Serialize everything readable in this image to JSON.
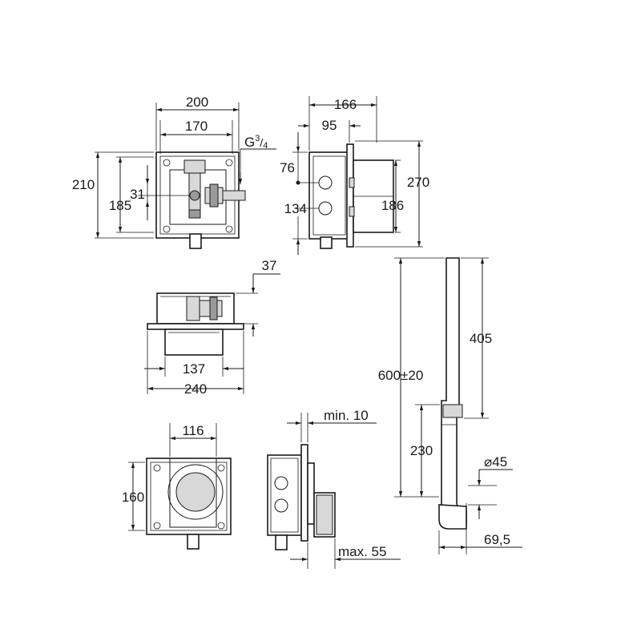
{
  "drawing": {
    "front_view": {
      "width_outer": "200",
      "width_inner": "170",
      "thread": "G",
      "thread_num": "3",
      "thread_den": "4",
      "height_outer": "210",
      "height_inner": "185",
      "offset": "31"
    },
    "side_view": {
      "depth": "166",
      "depth_inner": "95",
      "pos_upper": "76",
      "pos_lower": "134",
      "height_inner": "186",
      "height_outer": "270"
    },
    "top_view": {
      "offset": "37",
      "width_inner": "137",
      "width_outer": "240"
    },
    "front_view_2": {
      "width": "116",
      "height": "160"
    },
    "side_view_2": {
      "min": "min. 10",
      "max": "max. 55"
    },
    "pipe": {
      "upper": "405",
      "total": "600±20",
      "lower": "230",
      "diameter": "45",
      "offset": "69,5"
    }
  }
}
